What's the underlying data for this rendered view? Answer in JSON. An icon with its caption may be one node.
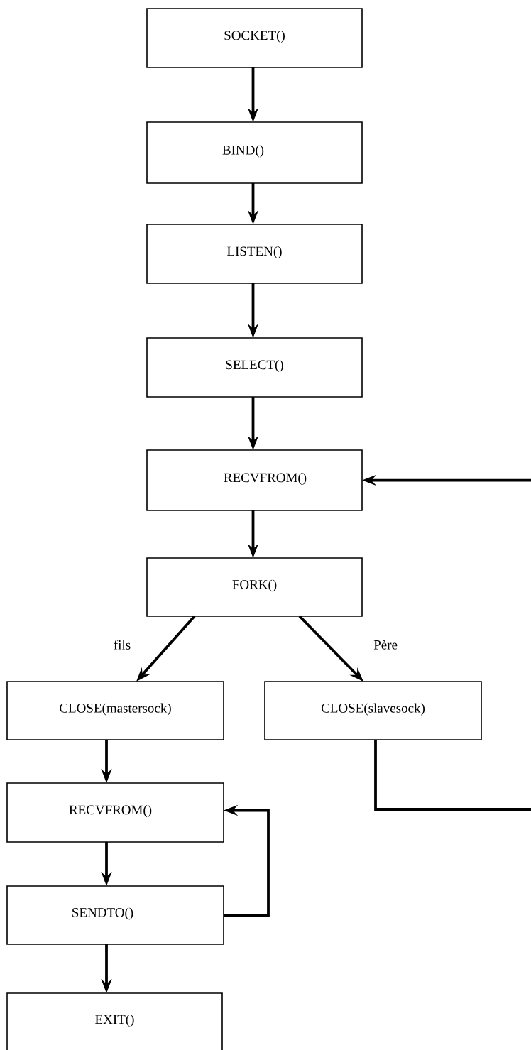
{
  "diagram": {
    "nodes": [
      {
        "text": [
          "SOCKET()"
        ]
      },
      {
        "text": [
          "BIND()"
        ]
      },
      {
        "text": [
          "LISTEN()"
        ]
      },
      {
        "text": [
          "SELECT()"
        ]
      },
      {
        "text": [
          "RECVFROM()"
        ]
      },
      {
        "text": [
          "FORK()"
        ]
      },
      {
        "text": [
          "CLOSE(mastersock)"
        ]
      },
      {
        "text": [
          "CLOSE(slavesock)"
        ]
      },
      {
        "text": [
          "RECVFROM()"
        ]
      },
      {
        "text": [
          "SENDTO()"
        ]
      },
      {
        "text": [
          "EXIT()"
        ]
      }
    ],
    "edges": [
      {
        "from": 0,
        "to": 1,
        "arrow": "to"
      },
      {
        "from": 1,
        "to": 2,
        "arrow": "to"
      },
      {
        "from": 2,
        "to": 3,
        "arrow": "to"
      },
      {
        "from": 3,
        "to": 4,
        "arrow": "to"
      },
      {
        "from": 4,
        "to": 5,
        "arrow": "to"
      },
      {
        "from": 5,
        "to": 6,
        "arrow": "to",
        "label": "fils"
      },
      {
        "from": 5,
        "to": 7,
        "arrow": "to",
        "label": "Père"
      },
      {
        "from": 7,
        "to": 4,
        "arrow": "to"
      },
      {
        "from": 6,
        "to": 8,
        "arrow": "to"
      },
      {
        "from": 8,
        "to": 9,
        "arrow": "to"
      },
      {
        "from": 9,
        "to": 8,
        "arrow": "to"
      },
      {
        "from": 9,
        "to": 10,
        "arrow": "to"
      }
    ]
  }
}
